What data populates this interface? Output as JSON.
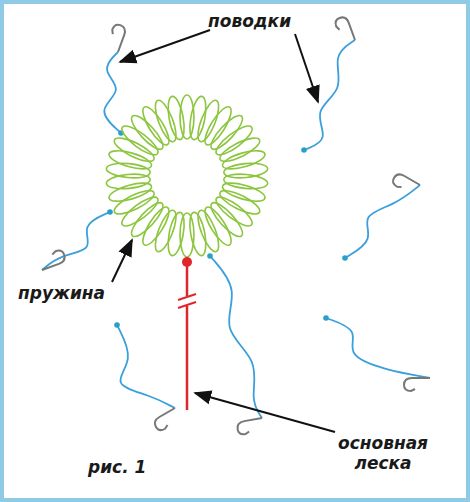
{
  "diagram": {
    "caption": "рис. 1",
    "labels": [
      "поводки",
      "пружина",
      "основная леска"
    ]
  }
}
